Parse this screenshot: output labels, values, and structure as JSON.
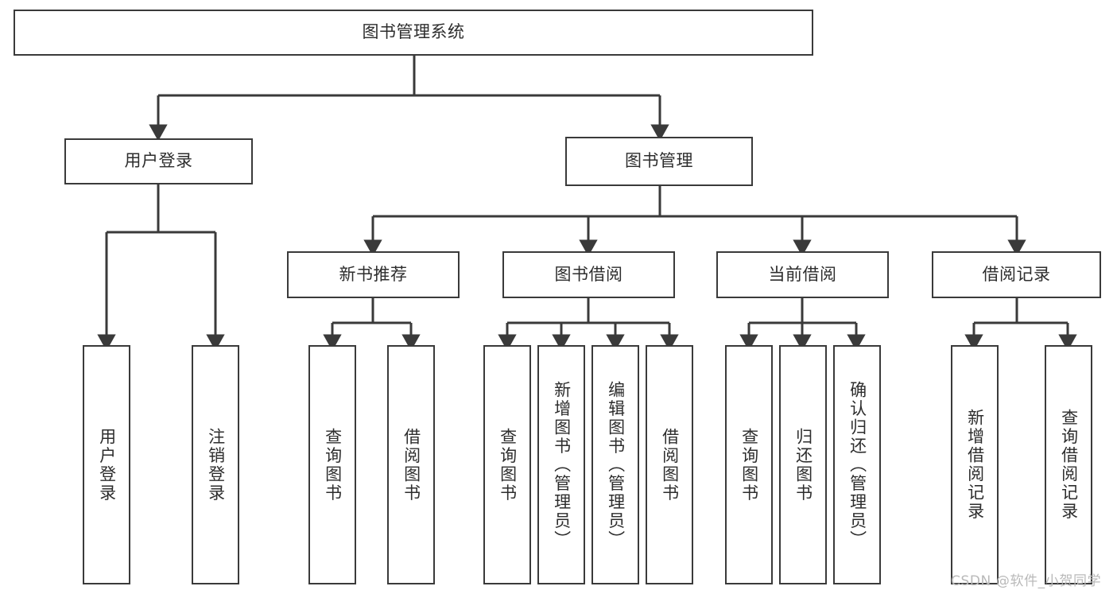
{
  "diagram": {
    "title": "图书管理系统",
    "type": "tree-hierarchy-diagram",
    "root": {
      "id": "root",
      "label": "图书管理系统"
    },
    "level2": [
      {
        "id": "user-login",
        "label": "用户登录"
      },
      {
        "id": "book-management",
        "label": "图书管理"
      }
    ],
    "level3": [
      {
        "id": "new-book-recommend",
        "label": "新书推荐",
        "parent": "book-management"
      },
      {
        "id": "book-borrow",
        "label": "图书借阅",
        "parent": "book-management"
      },
      {
        "id": "current-borrow",
        "label": "当前借阅",
        "parent": "book-management"
      },
      {
        "id": "borrow-record",
        "label": "借阅记录",
        "parent": "book-management"
      }
    ],
    "leaves": {
      "user_login": [
        {
          "id": "leaf-user-login",
          "label": "用户登录"
        },
        {
          "id": "leaf-user-logout",
          "label": "注销登录"
        }
      ],
      "new_book_recommend": [
        {
          "id": "leaf-query-book-1",
          "label": "查询图书"
        },
        {
          "id": "leaf-borrow-book-1",
          "label": "借阅图书"
        }
      ],
      "book_borrow": [
        {
          "id": "leaf-query-book-2",
          "label": "查询图书"
        },
        {
          "id": "leaf-add-book",
          "label": "新增图书（管理员）"
        },
        {
          "id": "leaf-edit-book",
          "label": "编辑图书（管理员）"
        },
        {
          "id": "leaf-borrow-book-2",
          "label": "借阅图书"
        }
      ],
      "current_borrow": [
        {
          "id": "leaf-query-book-3",
          "label": "查询图书"
        },
        {
          "id": "leaf-return-book",
          "label": "归还图书"
        },
        {
          "id": "leaf-confirm-return",
          "label": "确认归还（管理员）"
        }
      ],
      "borrow_record": [
        {
          "id": "leaf-add-record",
          "label": "新增借阅记录"
        },
        {
          "id": "leaf-query-record",
          "label": "查询借阅记录"
        }
      ]
    }
  },
  "watermark": {
    "text": "CSDN @软件_小贺同学"
  },
  "colors": {
    "stroke": "#3a3a3a",
    "box_fill": "#ffffff",
    "text": "#2d2d2d",
    "watermark": "#b9b9b9",
    "page_background": "#ffffff"
  }
}
